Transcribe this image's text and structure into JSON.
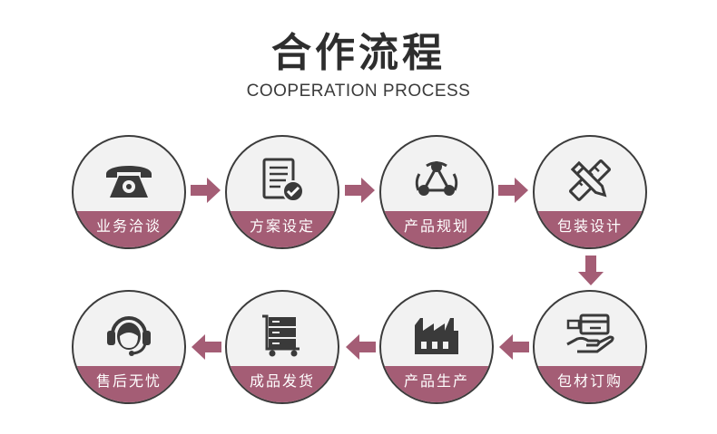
{
  "header": {
    "title": "合作流程",
    "subtitle": "COOPERATION PROCESS"
  },
  "colors": {
    "accent": "#a45d75",
    "icon": "#3a3a3a",
    "circle_border": "#3c3c3c",
    "circle_fill": "#f2f2f2"
  },
  "steps": [
    {
      "label": "业务洽谈",
      "icon": "telephone-icon"
    },
    {
      "label": "方案设定",
      "icon": "checklist-icon"
    },
    {
      "label": "产品规划",
      "icon": "network-triangle-icon"
    },
    {
      "label": "包装设计",
      "icon": "pencil-ruler-icon"
    },
    {
      "label": "包材订购",
      "icon": "card-hand-icon"
    },
    {
      "label": "产品生产",
      "icon": "factory-icon"
    },
    {
      "label": "成品发货",
      "icon": "cart-shelf-icon"
    },
    {
      "label": "售后无忧",
      "icon": "headset-agent-icon"
    }
  ]
}
